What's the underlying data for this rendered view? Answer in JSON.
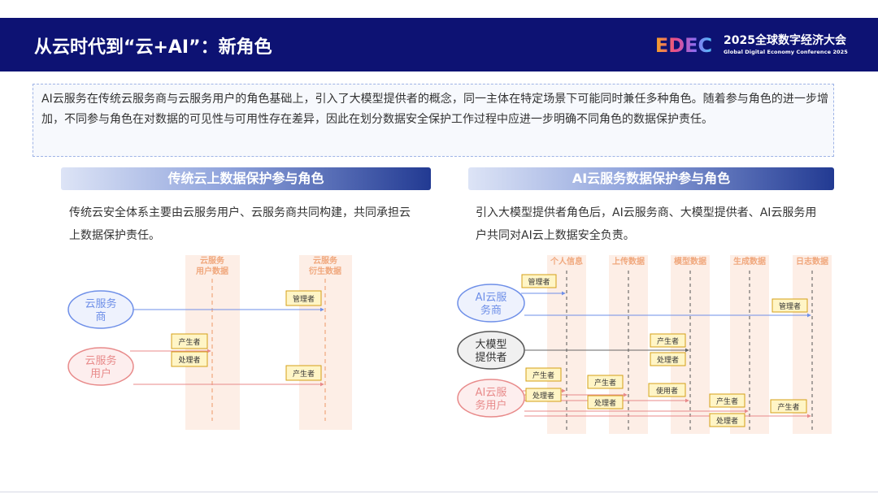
{
  "header": {
    "title": "从云时代到“云+AI”：新角色",
    "logo_text": "EDEC",
    "conference_title": "2025全球数字经济大会",
    "conference_subtitle": "Global Digital Economy Conference 2025"
  },
  "intro": "AI云服务在传统云服务商与云服务用户的角色基础上，引入了大模型提供者的概念，同一主体在特定场景下可能同时兼任多种角色。随着参与角色的进一步增加，不同参与角色在对数据的可见性与可用性存在差异，因此在划分数据安全保护工作过程中应进一步明确不同角色的数据保护责任。",
  "left": {
    "header": "传统云上数据保护参与角色",
    "description": "传统云安全体系主要由云服务用户、云服务商共同构建，共同承担云上数据保护责任。",
    "columns": [
      {
        "line1": "云服务",
        "line2": "用户数据"
      },
      {
        "line1": "云服务",
        "line2": "衍生数据"
      }
    ],
    "actors": [
      {
        "line1": "云服务",
        "line2": "商",
        "color": "#6e8fe8"
      },
      {
        "line1": "云服务",
        "line2": "用户",
        "color": "#e88a8a"
      }
    ],
    "tags": [
      "管理者",
      "产生者",
      "处理者",
      "产生者"
    ]
  },
  "right": {
    "header": "AI云服务数据保护参与角色",
    "description": "引入大模型提供者角色后，AI云服务商、大模型提供者、AI云服务用户共同对AI云上数据安全负责。",
    "columns": [
      "个人信息",
      "上传数据",
      "模型数据",
      "生成数据",
      "日志数据"
    ],
    "actors": [
      {
        "line1": "AI云服",
        "line2": "务商",
        "color": "#6e8fe8"
      },
      {
        "line1": "大模型",
        "line2": "提供者",
        "color": "#555555"
      },
      {
        "line1": "AI云服",
        "line2": "务用户",
        "color": "#e88a8a"
      }
    ],
    "tags": [
      "管理者",
      "管理者",
      "产生者",
      "处理者",
      "产生者",
      "处理者",
      "产生者",
      "处理者",
      "使用者",
      "产生者",
      "处理者",
      "产生者"
    ]
  },
  "colors": {
    "navy": "#0d1273",
    "column_fill": "#fdeee6",
    "column_text": "#f0a77c",
    "provider_blue": "#6e8fe8",
    "user_red": "#e88a8a",
    "model_gray": "#555555",
    "tag_fill": "#fff5c6",
    "tag_border": "#d4a017"
  }
}
